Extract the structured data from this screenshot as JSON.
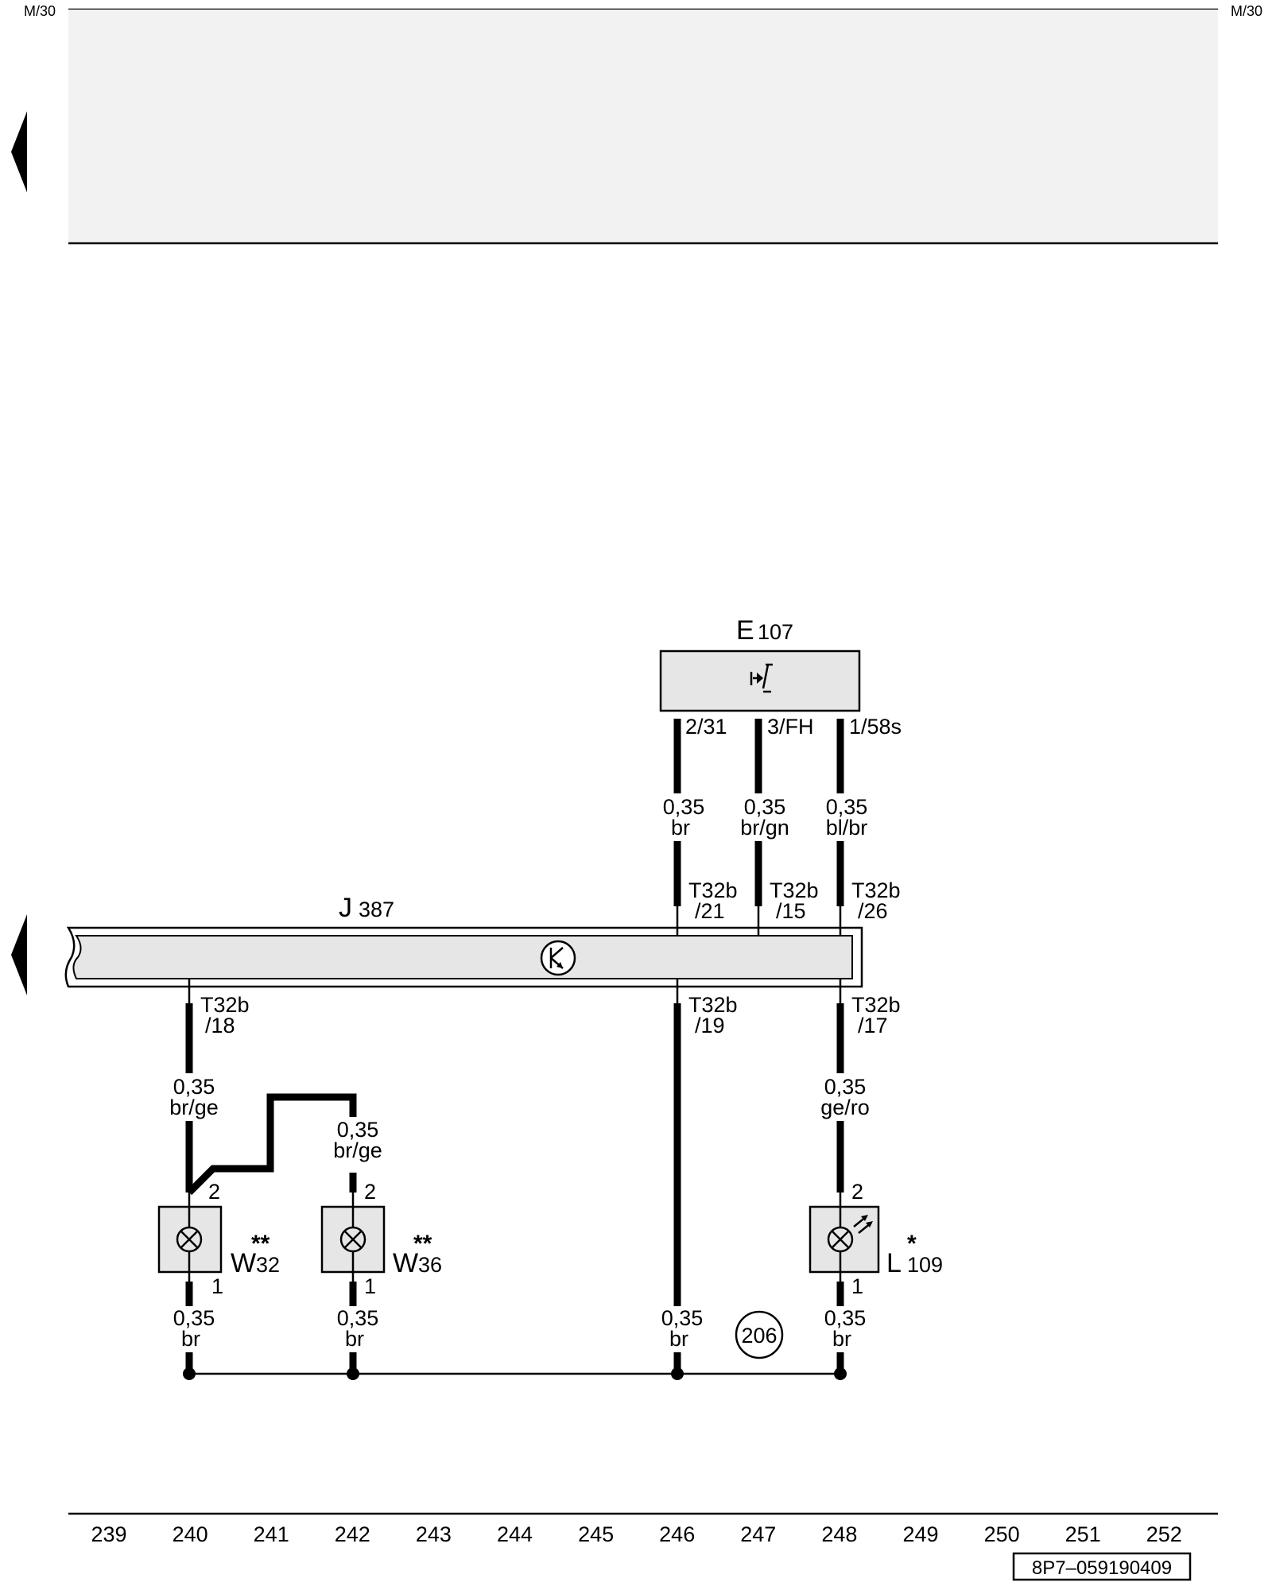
{
  "header": {
    "left_tag": "M/30",
    "right_tag": "M/30"
  },
  "components": {
    "e107": {
      "letter": "E",
      "number": "107"
    },
    "j387": {
      "letter": "J",
      "number": "387"
    },
    "w32": {
      "letter": "W",
      "number": "32",
      "mark": "**"
    },
    "w36": {
      "letter": "W",
      "number": "36",
      "mark": "**"
    },
    "l109": {
      "letter": "L",
      "number": "109",
      "mark": "*"
    }
  },
  "pins": {
    "e107_pin1": "2/31",
    "e107_pin2": "3/FH",
    "e107_pin3": "1/58s",
    "j_t21_a": "T32b",
    "j_t21_b": "/21",
    "j_t15_a": "T32b",
    "j_t15_b": "/15",
    "j_t26_a": "T32b",
    "j_t26_b": "/26",
    "j_t18_a": "T32b",
    "j_t18_b": "/18",
    "j_t19_a": "T32b",
    "j_t19_b": "/19",
    "j_t17_a": "T32b",
    "j_t17_b": "/17",
    "w32_top": "2",
    "w32_bot": "1",
    "w36_top": "2",
    "w36_bot": "1",
    "l109_top": "2",
    "l109_bot": "1"
  },
  "wires": {
    "e107_246": {
      "size": "0,35",
      "color": "br"
    },
    "e107_247": {
      "size": "0,35",
      "color": "br/gn"
    },
    "e107_248": {
      "size": "0,35",
      "color": "bl/br"
    },
    "j_240": {
      "size": "0,35",
      "color": "br/ge"
    },
    "w36_feed": {
      "size": "0,35",
      "color": "br/ge"
    },
    "j_248": {
      "size": "0,35",
      "color": "ge/ro"
    },
    "w32_gnd": {
      "size": "0,35",
      "color": "br"
    },
    "w36_gnd": {
      "size": "0,35",
      "color": "br"
    },
    "j_246_gnd": {
      "size": "0,35",
      "color": "br"
    },
    "l109_gnd": {
      "size": "0,35",
      "color": "br"
    }
  },
  "ground_connection": "206",
  "columns": [
    "239",
    "240",
    "241",
    "242",
    "243",
    "244",
    "245",
    "246",
    "247",
    "248",
    "249",
    "250",
    "251",
    "252"
  ],
  "reference_code": "8P7–059190409",
  "colors": {
    "line": "#000000",
    "fill": "#e6e6e6",
    "panel": "#f2f2f2"
  }
}
